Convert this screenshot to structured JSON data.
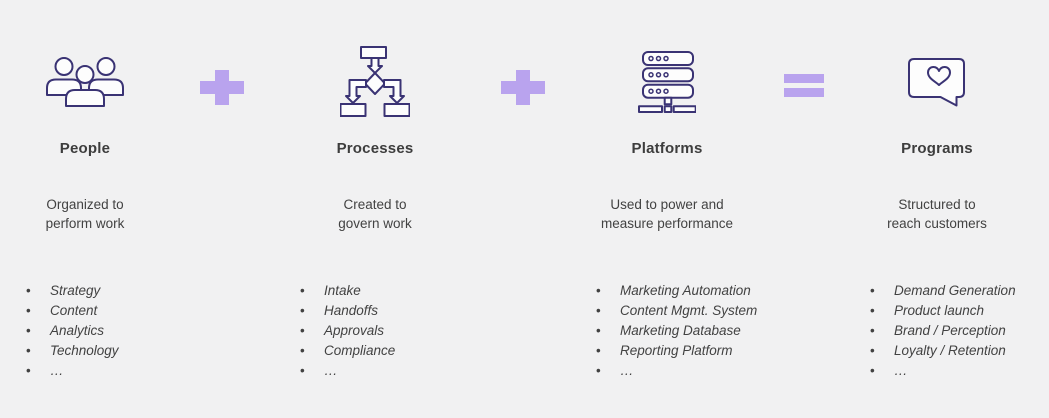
{
  "page": {
    "background": "#f1f1f2",
    "accent_color": "#b9a3ee",
    "icon_stroke_color": "#3a3374",
    "text_color": "#424242"
  },
  "operators": [
    "+",
    "+",
    "="
  ],
  "columns": [
    {
      "icon": "people-icon",
      "title": "People",
      "description_line1": "Organized to",
      "description_line2": "perform work",
      "bullets": [
        "Strategy",
        "Content",
        "Analytics",
        "Technology",
        "…"
      ]
    },
    {
      "icon": "flowchart-icon",
      "title": "Processes",
      "description_line1": "Created to",
      "description_line2": "govern work",
      "bullets": [
        "Intake",
        "Handoffs",
        "Approvals",
        "Compliance",
        "…"
      ]
    },
    {
      "icon": "servers-icon",
      "title": "Platforms",
      "description_line1": "Used to power and",
      "description_line2": "measure performance",
      "bullets": [
        "Marketing Automation",
        "Content Mgmt. System",
        "Marketing Database",
        "Reporting Platform",
        "…"
      ]
    },
    {
      "icon": "speech-bubble-heart-icon",
      "title": "Programs",
      "description_line1": "Structured to",
      "description_line2": "reach customers",
      "bullets": [
        "Demand Generation",
        "Product launch",
        "Brand / Perception",
        "Loyalty / Retention",
        "…"
      ]
    }
  ]
}
